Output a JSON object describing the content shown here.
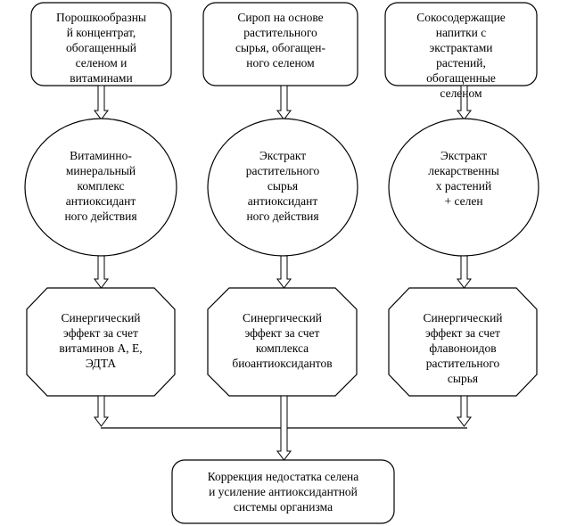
{
  "colors": {
    "background": "#ffffff",
    "stroke": "#000000",
    "text": "#000000"
  },
  "sources": [
    {
      "text": "Порошкообразны\nй концентрат,\nобогащенный\nселеном и\nвитаминами"
    },
    {
      "text": "Сироп на основе\nрастительного\nсырья, обогащен-\nного селеном"
    },
    {
      "text": "Сокосодержащие\nнапитки с\nэкстрактами\nрастений,\nобогащенные\nселеном"
    }
  ],
  "components": [
    {
      "text": "Витаминно-\nминеральный\nкомплекс\nантиоксидант\nного действия"
    },
    {
      "text": "Экстракт\nрастительного\nсырья\nантиоксидант\nного действия"
    },
    {
      "text": "Экстракт\nлекарственны\nх растений\n+ селен"
    }
  ],
  "effects": [
    {
      "text": "Синергический\nэффект за счет\nвитаминов А, Е,\nЭДТА"
    },
    {
      "text": "Синергический\nэффект за счет\nкомплекса\nбиоантиоксидантов"
    },
    {
      "text": "Синергический\nэффект за счет\nфлавоноидов\nрастительного\nсырья"
    }
  ],
  "result": {
    "text": "Коррекция недостатка селена\nи усиление антиоксидантной\nсистемы организма"
  }
}
